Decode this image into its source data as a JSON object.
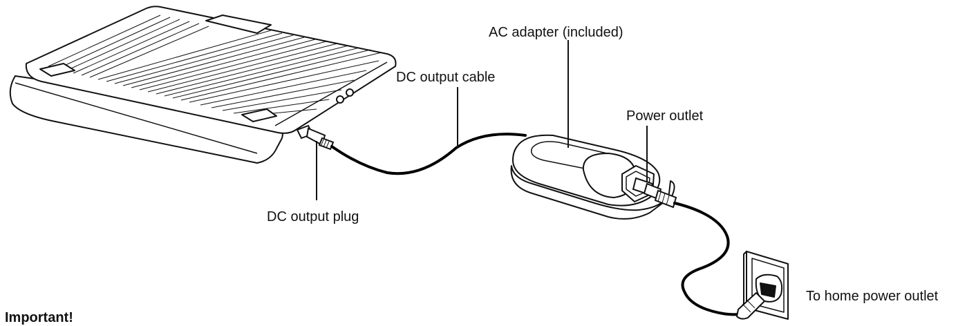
{
  "labels": {
    "ac_adapter": "AC adapter (included)",
    "dc_output_cable": "DC output cable",
    "power_outlet": "Power outlet",
    "dc_output_plug": "DC output plug",
    "home_power_outlet": "To home power outlet",
    "important": "Important!"
  },
  "colors": {
    "line": "#111111",
    "fill": "#ffffff",
    "cable": "#000000"
  }
}
